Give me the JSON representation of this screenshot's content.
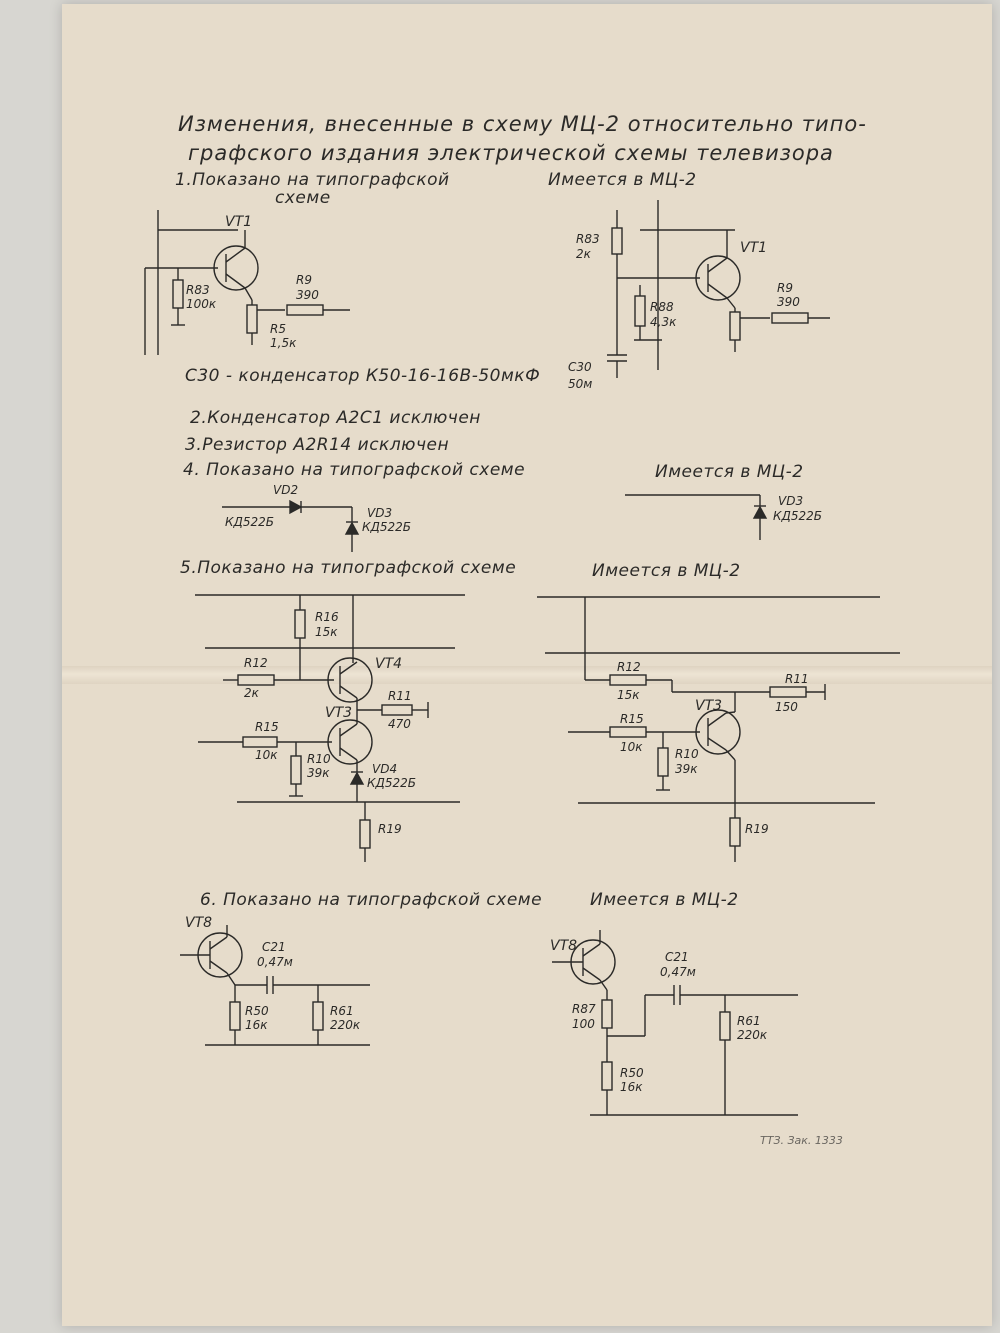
{
  "title": {
    "line1": "Изменения, внесенные в схему МЦ-2 относительно типо-",
    "line2": "графского издания электрической схемы телевизора"
  },
  "sections": {
    "s1_left": "1.Показано на типографской",
    "s1_left_cont": "схеме",
    "s1_right": "Имеется в МЦ-2",
    "c30_note": "С30 - конденсатор К50-16-16В-50мкФ",
    "s2": "2.Конденсатор А2С1 исключен",
    "s3": "3.Резистор А2R14 исключен",
    "s4_left": "4. Показано на типографской схеме",
    "s4_right": "Имеется в МЦ-2",
    "s5_left": "5.Показано на типографской схеме",
    "s5_right": "Имеется в МЦ-2",
    "s6_left": "6. Показано на типографской схеме",
    "s6_right": "Имеется в МЦ-2",
    "footer": "ТТЗ. Зак. 1333"
  },
  "labels": {
    "vt1": "VT1",
    "r83": "R83",
    "r83_val_a": "100к",
    "r83_val_b": "2к",
    "r9": "R9",
    "r9_val": "390",
    "r5": "R5",
    "r5_val": "1,5к",
    "r88": "R88",
    "r88_val": "4,3к",
    "c30": "С30",
    "c30_val": "50м",
    "vd2": "VD2",
    "vd3": "VD3",
    "kd522b": "КД522Б",
    "r16": "R16",
    "r16_val": "15к",
    "r12": "R12",
    "r12_val_a": "2к",
    "r12_val_b": "15к",
    "vt4": "VT4",
    "vt3": "VT3",
    "r11": "R11",
    "r11_val_a": "470",
    "r11_val_b": "150",
    "r15": "R15",
    "r15_val": "10к",
    "r10": "R10",
    "r10_val": "39к",
    "vd4": "VD4",
    "r19": "R19",
    "vt8": "VT8",
    "c21": "С21",
    "c21_val": "0,47м",
    "r50": "R50",
    "r50_val": "16к",
    "r61": "R61",
    "r61_val": "220к",
    "r87": "R87",
    "r87_val": "100"
  }
}
